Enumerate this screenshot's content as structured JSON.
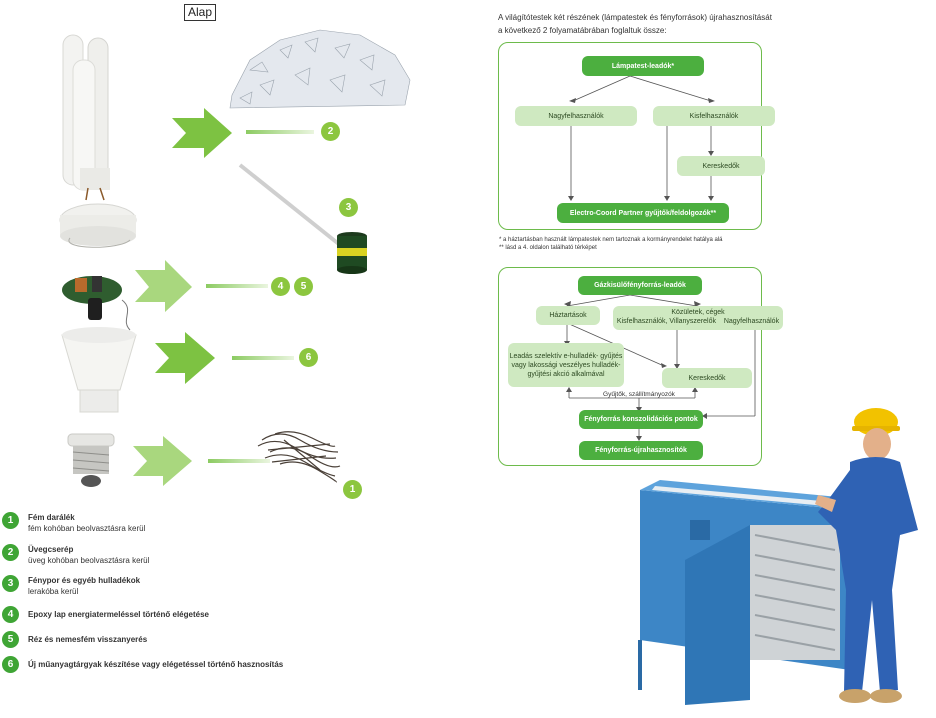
{
  "tag": "Alap",
  "intro": {
    "line1": "A világítótestek két részének (lámpatestek és fényforrások) újrahasznosítását",
    "line2": "a következő 2 folyamatábrában foglaltuk össze:"
  },
  "flow1": {
    "top": "Lámpatest-leadók*",
    "left": "Nagyfelhasználók",
    "right": "Kisfelhasználók",
    "dealer": "Kereskedők",
    "bottom": "Electro-Coord Partner gyűjtők/feldolgozók**",
    "foot1": "* a háztartásban használt lámpatestek nem tartoznak a kormányrendelet hatálya alá",
    "foot2": "** lásd a 4. oldalon található térképet"
  },
  "flow2": {
    "top": "Gázkisülőfényforrás-leadók",
    "households": "Háztartások",
    "institutions_title": "Közületek, cégek",
    "small": "Kisfelhasználók, Villanyszerelők",
    "large": "Nagyfelhasználók",
    "collection": "Leadás szelektív e-hulladék- gyűjtés vagy lakossági veszélyes hulladék-gyűjtési akció alkalmával",
    "dealers": "Kereskedők",
    "collectors": "Gyűjtők, szállítmányozók",
    "consolidation": "Fényforrás konszolidációs pontok",
    "recycler": "Fényforrás-újrahasznosítók"
  },
  "badges": [
    "2",
    "3",
    "4",
    "5",
    "6",
    "1"
  ],
  "legend": [
    {
      "num": "1",
      "title": "Fém darálék",
      "desc": "fém kohóban beolvasztásra kerül"
    },
    {
      "num": "2",
      "title": "Üvegcserép",
      "desc": "üveg kohóban beolvasztásra kerül"
    },
    {
      "num": "3",
      "title": "Fénypor és egyéb hulladékok",
      "desc": "lerakóba kerül"
    },
    {
      "num": "4",
      "title": "Epoxy lap energiatermeléssel történő elégetése",
      "desc": ""
    },
    {
      "num": "5",
      "title": "Réz és nemesfém visszanyerés",
      "desc": ""
    },
    {
      "num": "6",
      "title": "Új műanyagtárgyak készítése vagy elégetéssel történő hasznosítás",
      "desc": ""
    }
  ],
  "colors": {
    "accent": "#3fa535",
    "light": "#cfe9c1",
    "panel_border": "#6dbb4b"
  }
}
